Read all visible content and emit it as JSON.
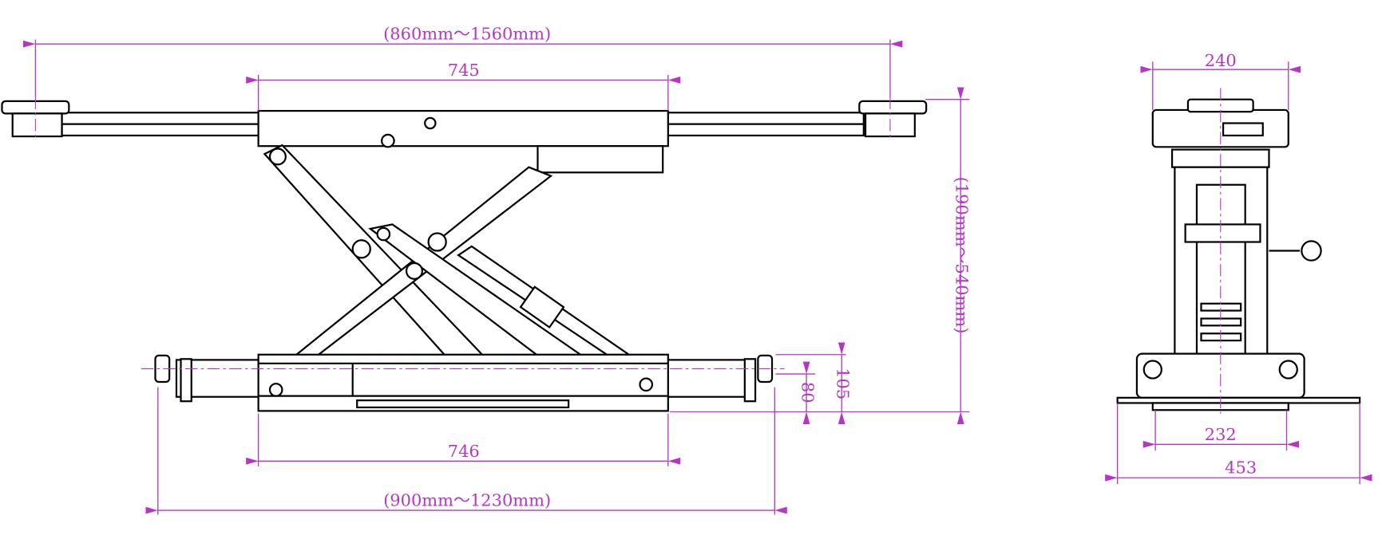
{
  "drawing": {
    "title": "Scissor jack lift dimension drawing",
    "dimension_color": "#b536c4",
    "side_view": {
      "arm_span": "(860mm～1560mm)",
      "top_frame_length": "745",
      "base_frame_length": "746",
      "base_span": "(900mm～1230mm)",
      "height_range": "(190mm～540mm)",
      "base_height_80": "80",
      "base_height_105": "105"
    },
    "end_view": {
      "top_width": "240",
      "base_inner_width": "232",
      "base_plate_width": "453"
    }
  }
}
